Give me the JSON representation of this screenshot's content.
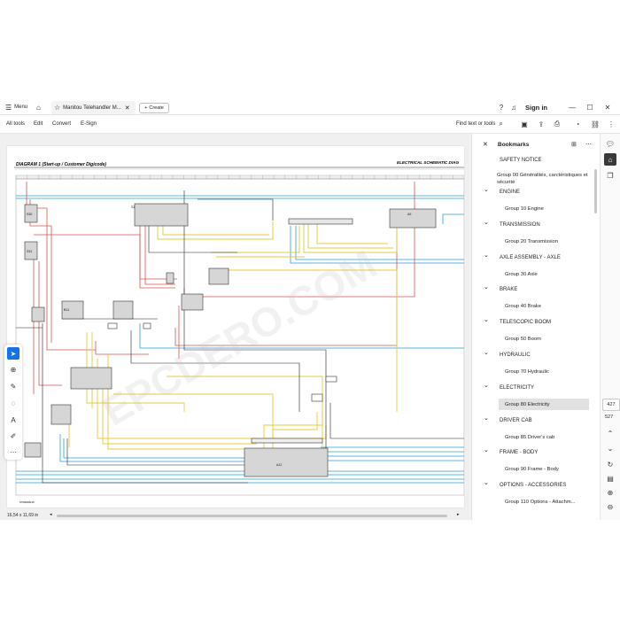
{
  "tabbar": {
    "menu_label": "Menu",
    "tab_title": "Manitou Telehandler M...",
    "create_label": "Create",
    "sign_in": "Sign in"
  },
  "toolbar": {
    "all_tools": "All tools",
    "edit": "Edit",
    "convert": "Convert",
    "esign": "E-Sign",
    "find": "Find text or tools"
  },
  "document": {
    "diagram_title": "DIAGRAM 1 (Start-up / Customer Digicode)",
    "header_right": "ELECTRICAL SCHEMATIC DIAG",
    "watermark": "EPCDERO.COM",
    "footer_code": "0750000015",
    "components": [
      "S1",
      "A9",
      "A12",
      "S30",
      "S31",
      "B11"
    ]
  },
  "status": {
    "page_size": "16,54 x 11,69 in"
  },
  "bookmarks": {
    "title": "Bookmarks",
    "top_item": "SAFETY NOTICE",
    "top_child": "Group 00 Généralités, carctéristiques et sécurité",
    "sections": [
      {
        "label": "ENGINE",
        "child": "Group 10 Engine"
      },
      {
        "label": "TRANSMISSION",
        "child": "Group 20 Transmission"
      },
      {
        "label": "AXLE ASSEMBLY - AXLE",
        "child": "Group 30 Axle"
      },
      {
        "label": "BRAKE",
        "child": "Group 40 Brake"
      },
      {
        "label": "TELESCOPIC BOOM",
        "child": "Group 50 Boom"
      },
      {
        "label": "HYDRAULIC",
        "child": "Group 70 Hydraulic"
      },
      {
        "label": "ELECTRICITY",
        "child": "Group 80 Electricity"
      },
      {
        "label": "DRIVER CAB",
        "child": "Group 85 Driver's cab"
      },
      {
        "label": "FRAME - BODY",
        "child": "Group 90 Frame - Body"
      },
      {
        "label": "OPTIONS - ACCESSORIES",
        "child": "Group 110  Options - Attachm..."
      }
    ]
  },
  "rail": {
    "current_page": "427",
    "total_pages": "527"
  },
  "colors": {
    "accent": "#1473e6",
    "wire_yellow": "#e8c93c",
    "wire_red": "#d9534f",
    "wire_blue": "#2a9fd6",
    "wire_black": "#222222",
    "selected_bg": "#e1e1e1"
  }
}
